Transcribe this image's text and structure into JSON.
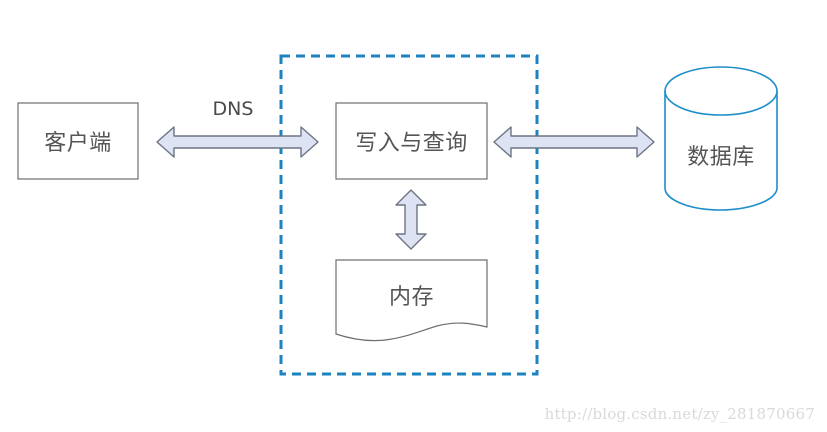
{
  "diagram": {
    "client": {
      "label": "客户端"
    },
    "connection": {
      "label": "DNS"
    },
    "write_query": {
      "label": "写入与查询"
    },
    "memory": {
      "label": "内存"
    },
    "database": {
      "label": "数据库"
    }
  },
  "watermark": {
    "text": "http://blog.csdn.net/zy_281870667"
  },
  "colors": {
    "dashed_border": "#1b83bf",
    "database_border": "#1f8dca",
    "box_border": "#6f6f6f",
    "arrow_fill": "#dde3f3",
    "arrow_stroke": "#6d7583",
    "text": "#555555",
    "watermark": "#d9d9d9"
  }
}
